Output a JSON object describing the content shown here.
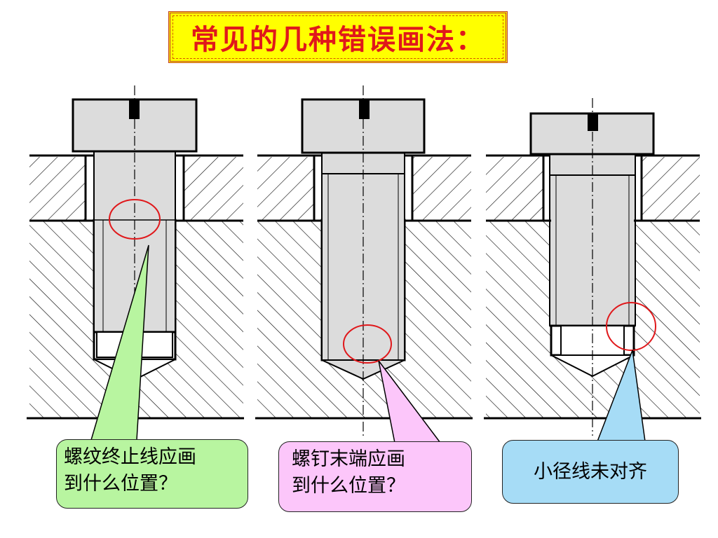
{
  "title": "常见的几种错误画法：",
  "callouts": {
    "c1": {
      "line1": "螺纹终止线应画",
      "line2": "到什么位置？"
    },
    "c2": {
      "line1": "螺钉末端应画",
      "line2": "到什么位置？"
    },
    "c3": {
      "text": "小径线未对齐"
    }
  },
  "colors": {
    "title_bg": "#ffff00",
    "title_text": "#e0181b",
    "screw_fill": "#dcdcdc",
    "mark_circle": "#e0181b",
    "callout_green": "#b8f5a0",
    "callout_pink": "#fcc6fa",
    "callout_blue": "#a6dcf6"
  }
}
